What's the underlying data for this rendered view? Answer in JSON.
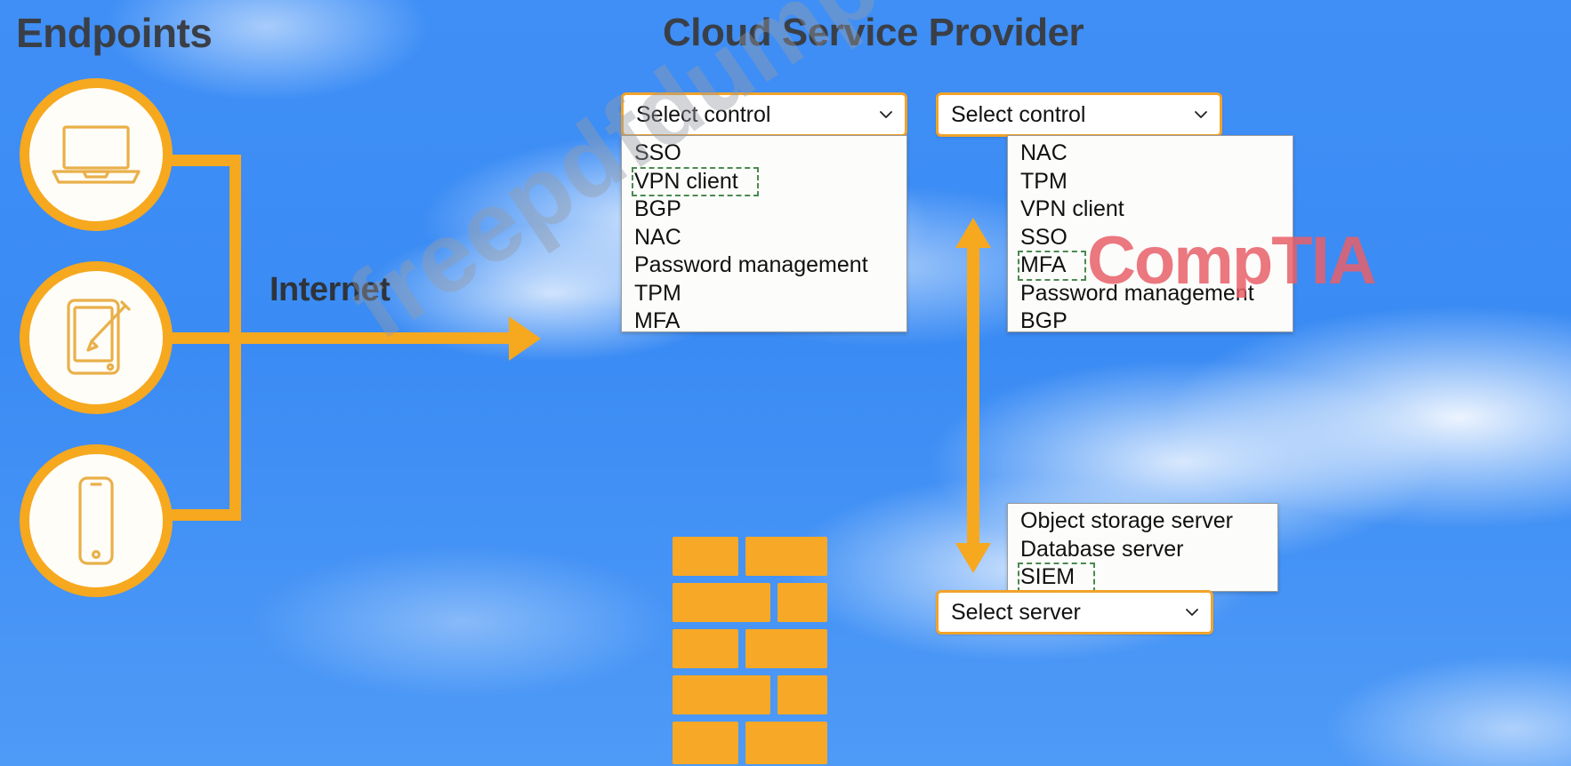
{
  "titles": {
    "endpoints": "Endpoints",
    "cloud_service_provider": "Cloud Service Provider",
    "internet": "Internet"
  },
  "endpoints": [
    {
      "name": "laptop",
      "icon": "laptop-icon"
    },
    {
      "name": "tablet",
      "icon": "tablet-stylus-icon"
    },
    {
      "name": "phone",
      "icon": "smartphone-icon"
    }
  ],
  "controls": {
    "dropdown_1": {
      "placeholder": "Select control",
      "value": "Select control",
      "options": [
        "SSO",
        "VPN client",
        "BGP",
        "NAC",
        "Password management",
        "TPM",
        "MFA"
      ],
      "selected_option": "VPN client"
    },
    "dropdown_2": {
      "placeholder": "Select control",
      "value": "Select control",
      "options": [
        "NAC",
        "TPM",
        "VPN client",
        "SSO",
        "MFA",
        "Password management",
        "BGP"
      ],
      "selected_option": "MFA"
    },
    "dropdown_server": {
      "placeholder": "Select server",
      "value": "Select server",
      "options": [
        "Object storage server",
        "Database server",
        "SIEM"
      ],
      "selected_option": "SIEM"
    }
  },
  "diagram": {
    "firewall_label": "firewall-brick-wall",
    "arrow_label": "bidirectional-arrow"
  },
  "watermarks": {
    "site": "freepdfdumps.com",
    "brand": "CompTIA"
  },
  "colors": {
    "orange": "#f6a81f",
    "sky_blue": "#3d8df5",
    "heading": "#3a3f47",
    "selected_outline": "#4a8a52",
    "brand_red": "#e85f69"
  }
}
